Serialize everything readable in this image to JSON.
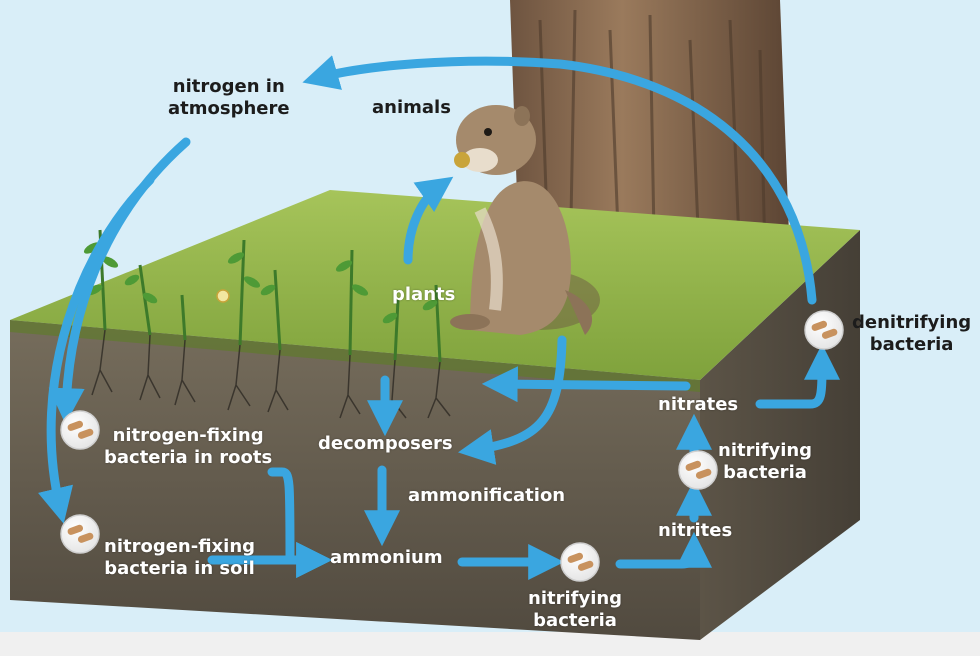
{
  "colors": {
    "sky": "#d9eef8",
    "arrow": "#3aa6e0",
    "soil_top": "#6e6656",
    "soil_bottom": "#4e483d",
    "grass": "#8cb44a",
    "trunk": "#8a6a4e",
    "animal_fur": "#a58a6c",
    "bacteria_fill": "#c8925e"
  },
  "labels": {
    "nitrogen_atmosphere": [
      "nitrogen in",
      "atmosphere"
    ],
    "animals": "animals",
    "plants": "plants",
    "denitrifying_bacteria": [
      "denitrifying",
      "bacteria"
    ],
    "nitrates": "nitrates",
    "nitrifying_bacteria_upper": [
      "nitrifying",
      "bacteria"
    ],
    "decomposers": "decomposers",
    "fixing_bacteria_roots": [
      "nitrogen-fixing",
      "bacteria in roots"
    ],
    "ammonification": "ammonification",
    "fixing_bacteria_soil": [
      "nitrogen-fixing",
      "bacteria in soil"
    ],
    "ammonium": "ammonium",
    "nitrites": "nitrites",
    "nitrifying_bacteria_lower": [
      "nitrifying",
      "bacteria"
    ]
  },
  "icons": {
    "bacteria": "bacteria-icon",
    "animal": "ground-squirrel-icon",
    "tree": "tree-trunk-icon",
    "plants": "plant-sprouts-icon",
    "arrow": "flow-arrow-icon"
  }
}
